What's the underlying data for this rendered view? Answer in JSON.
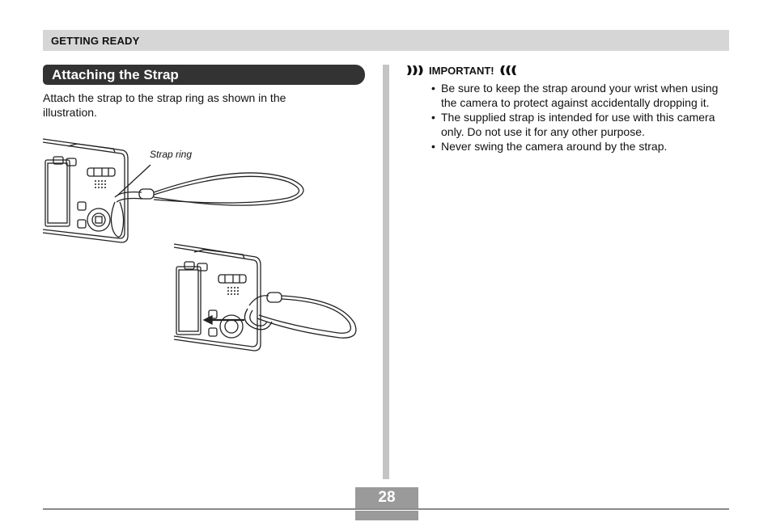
{
  "header": {
    "title": "GETTING READY"
  },
  "section": {
    "title": "Attaching the Strap"
  },
  "intro": {
    "text": "Attach the strap to the strap ring as shown in the illustration."
  },
  "illustration": {
    "callout": "Strap ring"
  },
  "important": {
    "label": "IMPORTANT!",
    "bullets": [
      "Be sure to keep the strap around your wrist when using the camera to protect against accidentally dropping it.",
      "The supplied strap is intended for use with this camera only. Do not use it for any other purpose.",
      "Never swing the camera around by the strap."
    ]
  },
  "footer": {
    "page_number": "28"
  }
}
